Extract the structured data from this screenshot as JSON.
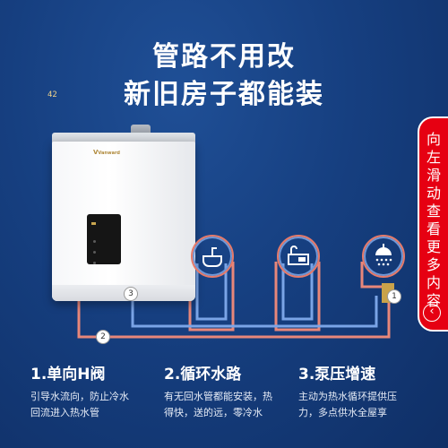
{
  "headline": {
    "line1": "管路不用改",
    "line2": "新旧房子都能装"
  },
  "heater": {
    "brand": "Vanward",
    "display_temp": "42"
  },
  "badges": [
    "1",
    "2",
    "3"
  ],
  "icons": [
    "sink-icon",
    "bathtub-icon",
    "shower-icon"
  ],
  "features": [
    {
      "title": "1.单向H阀",
      "desc1": "引导水流向，防止冷水",
      "desc2": "回流进入热水管"
    },
    {
      "title": "2.循环水路",
      "desc1": "有无回水管都能安装，热",
      "desc2": "得快，送的远，零冷水"
    },
    {
      "title": "3.泵压增速",
      "desc1": "主动为热水循环提供压",
      "desc2": "力，多点供水全屋享"
    }
  ],
  "side_tab": {
    "text": "向左滑动查看更多内容"
  },
  "colors": {
    "hot_pipe": "#e8877a",
    "cold_pipe": "#7aa4e6",
    "tab_red": "#e60012"
  }
}
